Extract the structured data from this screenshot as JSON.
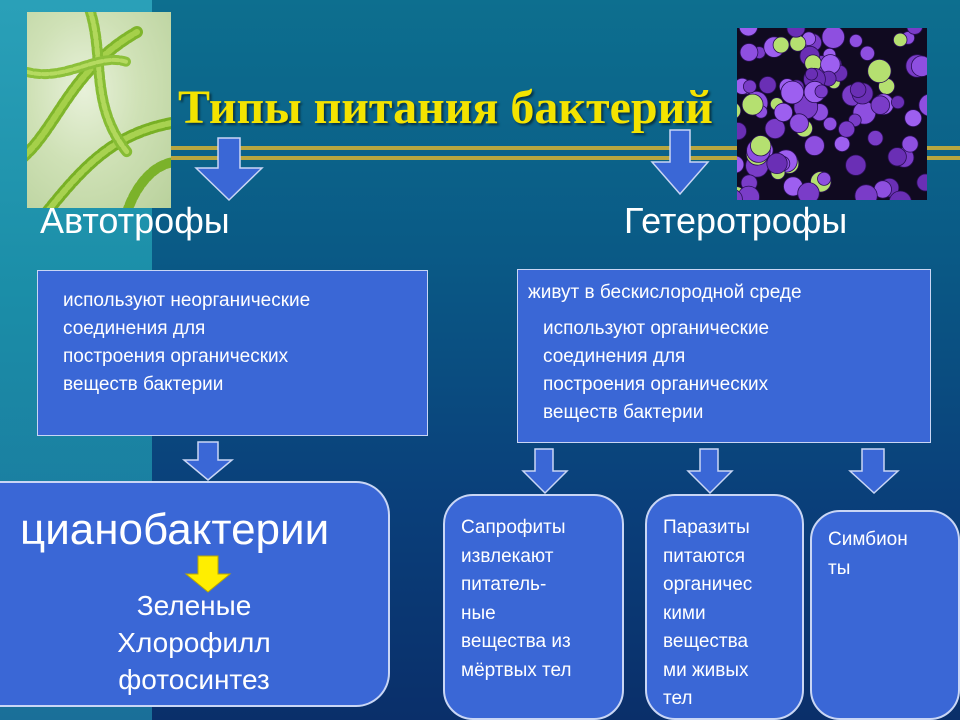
{
  "title": "Типы питания бактерий",
  "categories": {
    "autotrophs": "Автотрофы",
    "heterotrophs": "Гетеротрофы"
  },
  "autotroph_box": {
    "text": "используют неорганические\nсоединения для\nпостроения органических\nвеществ бактерии"
  },
  "heterotroph_box": {
    "line1": "живут в бескислородной среде",
    "text": "используют органические\nсоединения для\nпостроения органических\nвеществ бактерии"
  },
  "cyanobacteria": {
    "heading": "цианобактерии",
    "details": "Зеленые\nХлорофилл\nфотосинтез"
  },
  "saprophytes": {
    "text": "Сапрофиты\nизвлекают\nпитатель-\nные\nвещества из\nмёртвых тел"
  },
  "parasites": {
    "text": "Паразиты\nпитаются\nорганичес\nкими\nвещества\nми живых\nтел"
  },
  "symbionts": {
    "text": "Симбион\nты"
  },
  "colors": {
    "title": "#f4e300",
    "box_fill": "#3a67d6",
    "arrow_blue": "#3a67d6",
    "arrow_yellow": "#ffee00",
    "accent_line": "#b8a640"
  },
  "images": {
    "left": "cyanobacteria-filaments-photo",
    "right": "purple-cocci-bacteria-photo"
  }
}
